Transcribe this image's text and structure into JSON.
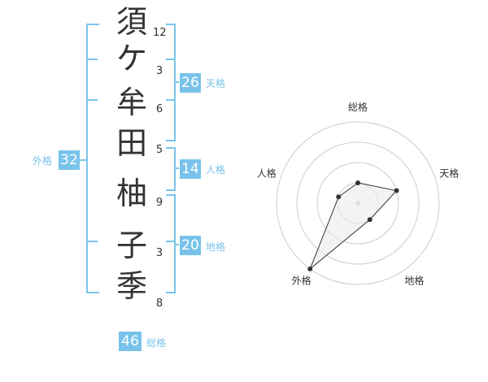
{
  "name": {
    "characters": [
      {
        "char": "須",
        "strokes": "12"
      },
      {
        "char": "ケ",
        "strokes": "3"
      },
      {
        "char": "牟",
        "strokes": "6"
      },
      {
        "char": "田",
        "strokes": "5"
      },
      {
        "char": "柚",
        "strokes": "9"
      },
      {
        "char": "子",
        "strokes": "3"
      },
      {
        "char": "季",
        "strokes": "8"
      }
    ]
  },
  "kakusu": {
    "tenkaku": {
      "value": "26",
      "label": "天格"
    },
    "jinkaku": {
      "value": "14",
      "label": "人格"
    },
    "chikaku": {
      "value": "20",
      "label": "地格"
    },
    "gaikaku": {
      "value": "32",
      "label": "外格"
    },
    "soukaku": {
      "value": "46",
      "label": "総格"
    }
  },
  "colors": {
    "accent": "#79c3ea",
    "bracket": "#7cc4ea",
    "text": "#333333",
    "ring": "#cccccc"
  },
  "chart_data": {
    "type": "radar",
    "axes": [
      "総格",
      "天格",
      "地格",
      "外格",
      "人格"
    ],
    "levels": 4,
    "max": 4,
    "values": [
      1,
      2,
      1,
      4,
      1
    ],
    "grid": true
  }
}
